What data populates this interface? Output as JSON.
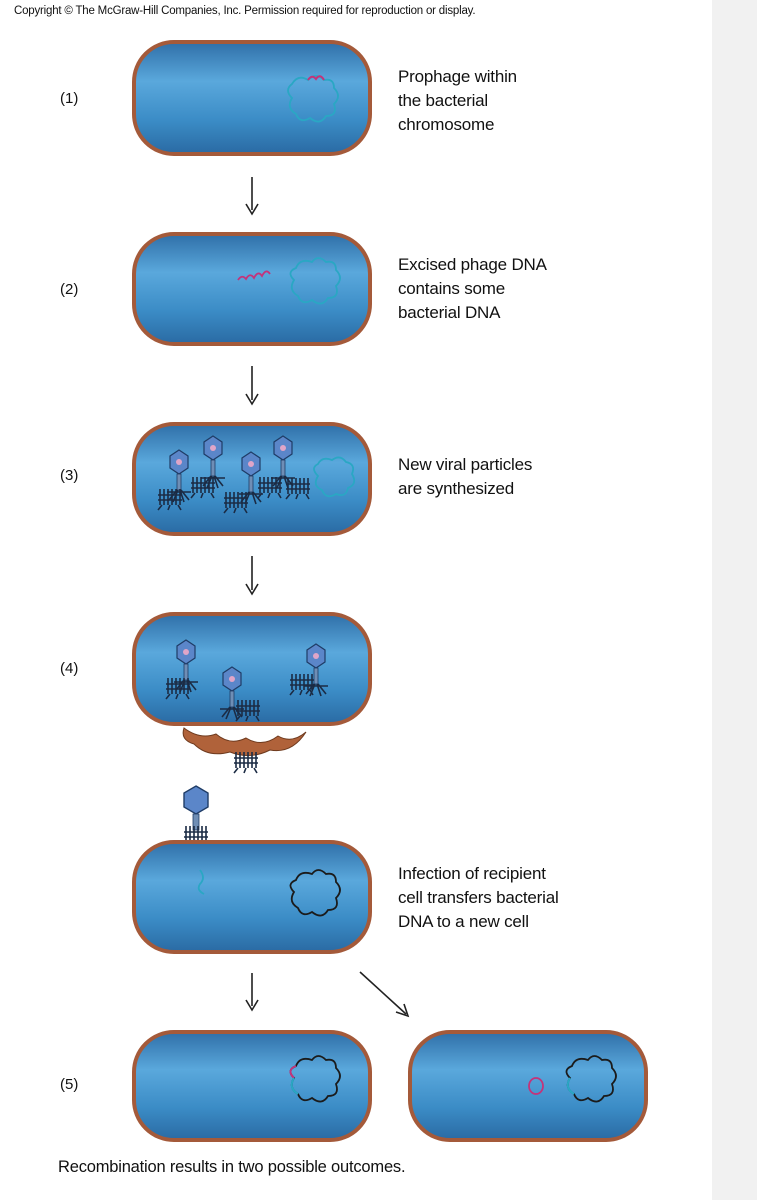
{
  "copyright": "Copyright © The McGraw-Hill Companies, Inc. Permission required for reproduction or display.",
  "steps": [
    {
      "number": "(1)",
      "caption": "Prophage within\nthe bacterial\nchromosome"
    },
    {
      "number": "(2)",
      "caption": "Excised phage DNA\ncontains some\nbacterial DNA"
    },
    {
      "number": "(3)",
      "caption": "New viral particles\nare synthesized"
    },
    {
      "number": "(4)",
      "caption": ""
    },
    {
      "number": "",
      "caption": "Infection of recipient\ncell transfers bacterial\nDNA to a new cell"
    },
    {
      "number": "(5)",
      "caption": ""
    }
  ],
  "footer": "Recombination results in two possible outcomes.",
  "colors": {
    "cell_fill": "#3d8fc9",
    "cell_wall": "#a45a3a",
    "chromosome": "#2aa7c4",
    "phage_dna": "#c4337a",
    "phage_head": "#5b86c9",
    "lysis_debris": "#b0623a"
  }
}
